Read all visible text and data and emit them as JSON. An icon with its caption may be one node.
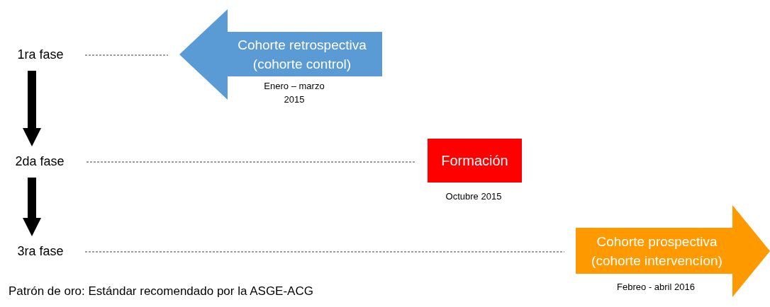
{
  "diagram": {
    "nodes": [
      {
        "text": [
          "1ra fase"
        ]
      },
      {
        "text": [
          "Cohorte retrospectiva (cohorte control)"
        ],
        "beside": [
          "Enero – marzo 2015"
        ]
      },
      {
        "text": [
          "2da fase"
        ]
      },
      {
        "text": [
          "Formación"
        ],
        "beside": [
          "Octubre 2015"
        ]
      },
      {
        "text": [
          "3ra fase"
        ]
      },
      {
        "text": [
          "Cohorte prospectiva (cohorte intervencíon)"
        ],
        "beside": [
          "Febreo - abril 2016"
        ]
      }
    ],
    "edges": [
      {
        "from": 0,
        "to": 1,
        "arrow": "none",
        "style": "dashed"
      },
      {
        "from": 0,
        "to": 2,
        "arrow": "to",
        "style": "thick",
        "color": "#000000"
      },
      {
        "from": 2,
        "to": 3,
        "arrow": "none",
        "style": "dashed"
      },
      {
        "from": 2,
        "to": 4,
        "arrow": "to",
        "style": "thick",
        "color": "#000000"
      },
      {
        "from": 4,
        "to": 5,
        "arrow": "none",
        "style": "dashed"
      }
    ],
    "labels": [
      "Patrón de oro: Estándar recomendado por la ASGE-ACG"
    ]
  }
}
